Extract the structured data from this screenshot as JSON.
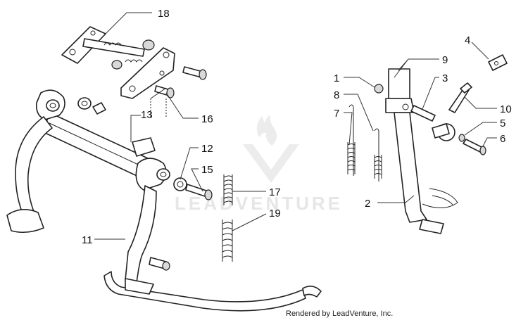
{
  "diagram": {
    "callouts": [
      {
        "id": "18",
        "label": "18"
      },
      {
        "id": "13",
        "label": "13"
      },
      {
        "id": "16",
        "label": "16"
      },
      {
        "id": "12",
        "label": "12"
      },
      {
        "id": "15",
        "label": "15"
      },
      {
        "id": "17",
        "label": "17"
      },
      {
        "id": "19",
        "label": "19"
      },
      {
        "id": "11",
        "label": "11"
      },
      {
        "id": "4",
        "label": "4"
      },
      {
        "id": "9",
        "label": "9"
      },
      {
        "id": "1",
        "label": "1"
      },
      {
        "id": "3",
        "label": "3"
      },
      {
        "id": "8",
        "label": "8"
      },
      {
        "id": "7",
        "label": "7"
      },
      {
        "id": "10",
        "label": "10"
      },
      {
        "id": "5",
        "label": "5"
      },
      {
        "id": "6",
        "label": "6"
      },
      {
        "id": "2",
        "label": "2"
      }
    ],
    "watermark": "LEADVENTURE",
    "credit": "Rendered by LeadVenture, Inc."
  }
}
